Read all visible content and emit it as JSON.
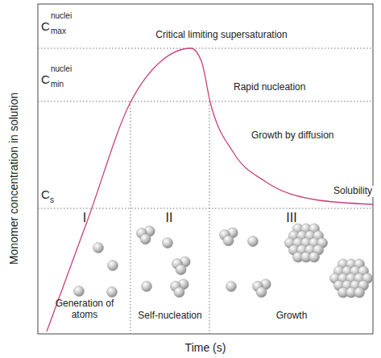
{
  "diagram": {
    "labels": [
      "C",
      "nuclei",
      "max",
      "Critical limiting supersaturation",
      "C",
      "nuclei",
      "min",
      "Rapid nucleation",
      "Growth by diffusion",
      "C",
      "s",
      "Solubility",
      "I",
      "II",
      "III",
      "Generation of atoms",
      "Self-nucleation",
      "Growth",
      "Monomer concentration in solution",
      "Time (s)"
    ]
  }
}
